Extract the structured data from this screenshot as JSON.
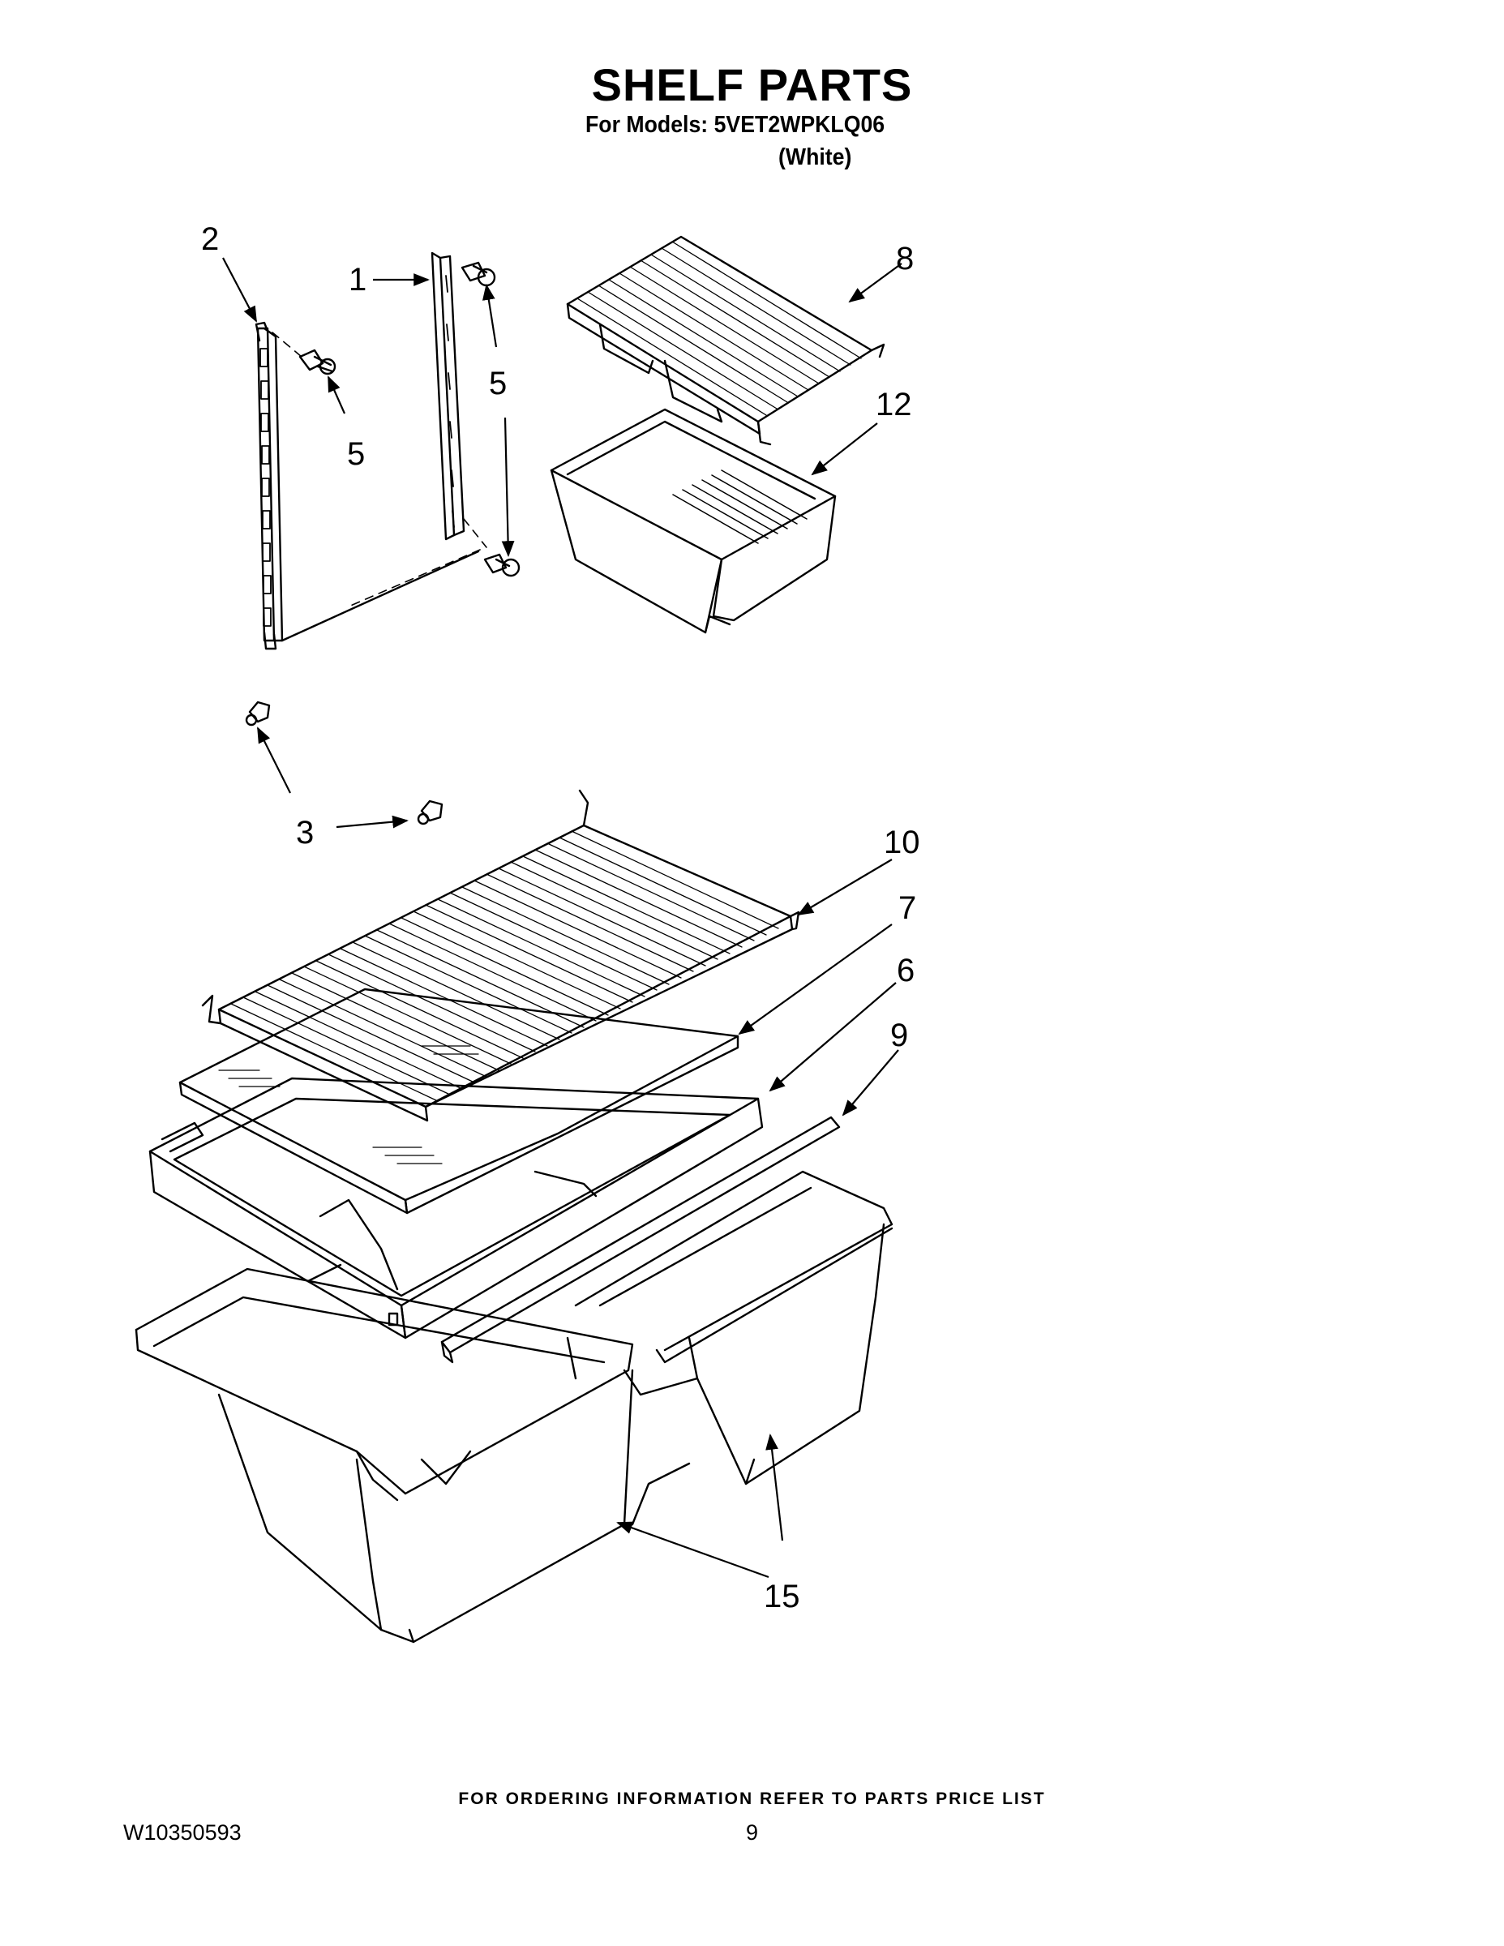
{
  "header": {
    "title": "SHELF PARTS",
    "models_line": "For Models: 5VET2WPKLQ06",
    "color_line": "(White)"
  },
  "callouts": [
    "2",
    "1",
    "5",
    "5",
    "8",
    "12",
    "5",
    "3",
    "10",
    "7",
    "6",
    "9",
    "15"
  ],
  "footer": {
    "ordering_note": "FOR ORDERING INFORMATION REFER TO PARTS PRICE LIST",
    "doc_number": "W10350593",
    "page_number": "9"
  }
}
